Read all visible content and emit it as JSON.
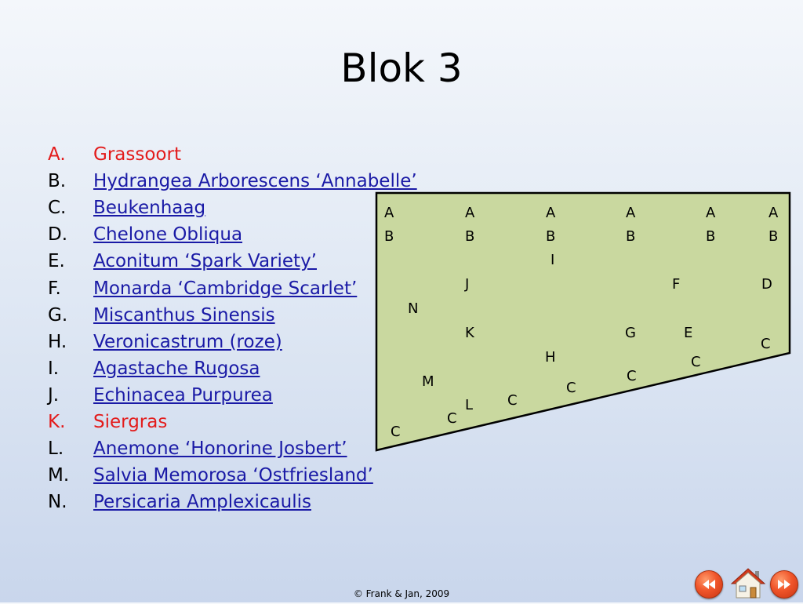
{
  "title": "Blok 3",
  "plants": [
    {
      "letter": "A.",
      "name": "Grassoort",
      "red": true
    },
    {
      "letter": "B.",
      "name": "Hydrangea Arborescens ‘Annabelle’",
      "red": false
    },
    {
      "letter": "C.",
      "name": "Beukenhaag",
      "red": false
    },
    {
      "letter": "D.",
      "name": "Chelone Obliqua",
      "red": false
    },
    {
      "letter": "E.",
      "name": "Aconitum ‘Spark Variety’",
      "red": false
    },
    {
      "letter": "F.",
      "name": "Monarda ‘Cambridge Scarlet’",
      "red": false
    },
    {
      "letter": "G.",
      "name": "Miscanthus Sinensis",
      "red": false
    },
    {
      "letter": "H.",
      "name": "Veronicastrum (roze)",
      "red": false
    },
    {
      "letter": "I.",
      "name": "Agastache Rugosa",
      "red": false
    },
    {
      "letter": "J.",
      "name": "Echinacea Purpurea",
      "red": false
    },
    {
      "letter": "K.",
      "name": "Siergras",
      "red": true
    },
    {
      "letter": "L.",
      "name": "Anemone ‘Honorine Josbert’",
      "red": false
    },
    {
      "letter": "M.",
      "name": "Salvia Memorosa ‘Ostfriesland’",
      "red": false
    },
    {
      "letter": "N.",
      "name": "Persicaria Amplexicaulis",
      "red": false
    }
  ],
  "diagram_labels": {
    "a1": "A",
    "a2": "A",
    "a3": "A",
    "a4": "A",
    "a5": "A",
    "a6": "A",
    "b1": "B",
    "b2": "B",
    "b3": "B",
    "b4": "B",
    "b5": "B",
    "b6": "B",
    "i": "I",
    "j": "J",
    "f": "F",
    "d": "D",
    "n": "N",
    "k": "K",
    "g": "G",
    "e": "E",
    "c1": "C",
    "h": "H",
    "c2": "C",
    "c3": "C",
    "m": "M",
    "c4": "C",
    "c5": "C",
    "l": "L",
    "c6": "C",
    "c7": "C"
  },
  "footer": "© Frank & Jan, 2009",
  "colors": {
    "bed_fill": "#c9d89f",
    "red_text": "#e31b1b",
    "link": "#1a1aa6",
    "nav": "#f0552a"
  },
  "icons": {
    "prev": "rewind-icon",
    "home": "home-icon",
    "next": "fast-forward-icon"
  }
}
